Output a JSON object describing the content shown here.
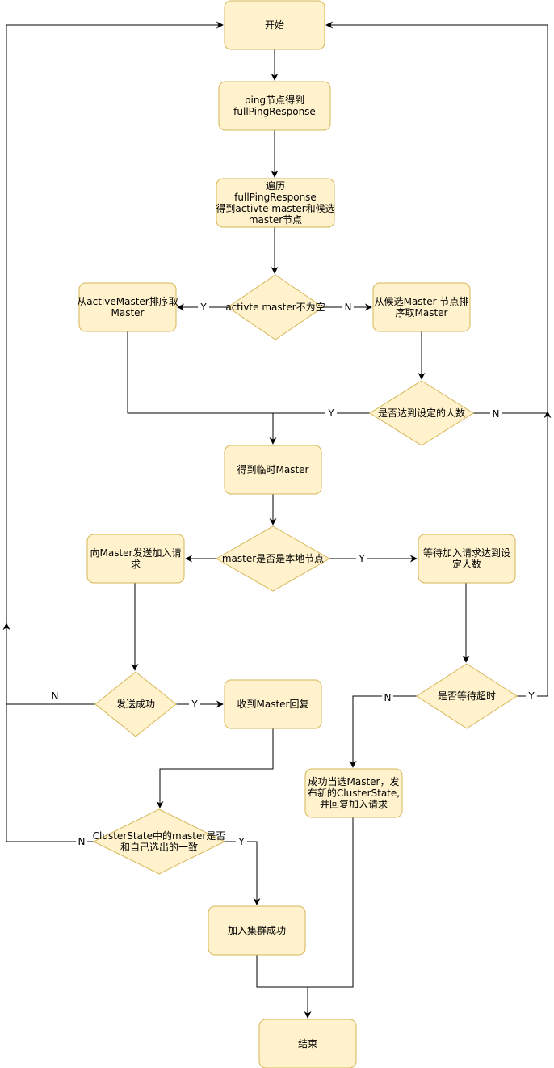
{
  "nodes": {
    "start": [
      "开始"
    ],
    "ping": [
      "ping节点得到",
      "fullPingResponse"
    ],
    "traverse": [
      "遍历",
      "fullPingResponse",
      "得到activte master和候选",
      "master节点"
    ],
    "active_sort": [
      "从activeMaster排序取",
      "Master"
    ],
    "cond_active": [
      "activte master不为空"
    ],
    "candidate_sort": [
      "从候选Master 节点排",
      "序取Master"
    ],
    "cond_count": [
      "是否达到设定的人数"
    ],
    "temp_master": [
      "得到临时Master"
    ],
    "send_join": [
      "向Master发送加入请",
      "求"
    ],
    "cond_local": [
      "master是否是本地节点"
    ],
    "wait_join": [
      "等待加入请求达到设",
      "定人数"
    ],
    "cond_send_ok": [
      "发送成功"
    ],
    "recv_reply": [
      "收到Master回复"
    ],
    "cond_timeout": [
      "是否等待超时"
    ],
    "elected": [
      "成功当选Master，发",
      "布新的ClusterState,",
      "并回复加入请求"
    ],
    "cond_consistent": [
      "ClusterState中的master是否",
      "和自己选出的一致"
    ],
    "join_ok": [
      "加入集群成功"
    ],
    "end": [
      "结束"
    ]
  },
  "edge_labels": {
    "active_yes": "Y",
    "active_no": "N",
    "count_yes": "Y",
    "count_no": "N",
    "local_yes": "Y",
    "send_ok_no": "N",
    "send_ok_yes": "Y",
    "timeout_no": "N",
    "timeout_yes": "Y",
    "consistent_no": "N",
    "consistent_yes": "Y"
  },
  "colors": {
    "node_fill": "#fff2cc",
    "node_stroke": "#d6b656",
    "edge": "#000000",
    "background": "#ffffff"
  }
}
